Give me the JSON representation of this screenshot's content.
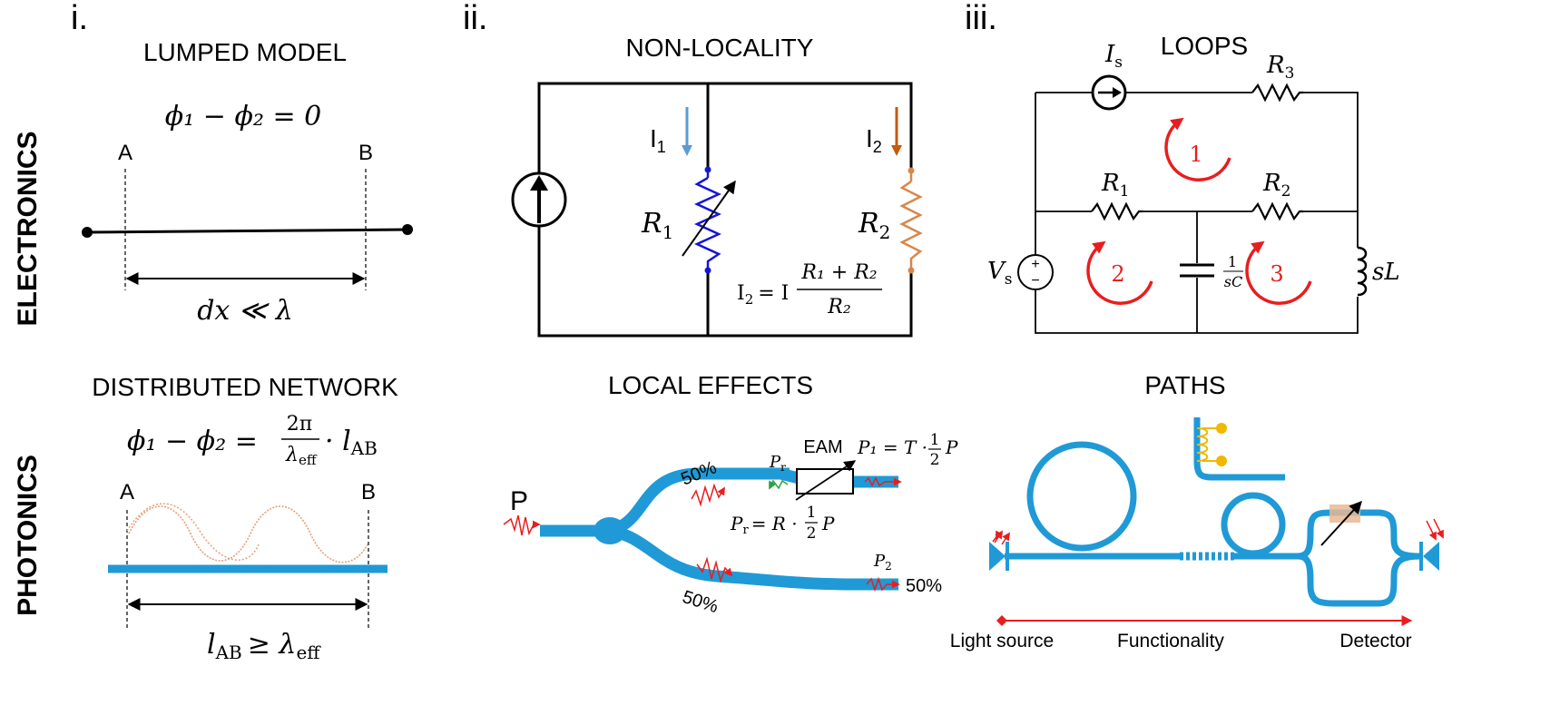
{
  "side_labels": {
    "top": "ELECTRONICS",
    "bottom": "PHOTONICS"
  },
  "panel_i": {
    "numeral": "i.",
    "top_title": "LUMPED MODEL",
    "top_eq": "ϕ₁ − ϕ₂ = 0",
    "top_A": "A",
    "top_B": "B",
    "top_dim": "dx ≪ λ",
    "bottom_title": "DISTRIBUTED NETWORK",
    "bottom_eq_left": "ϕ₁ − ϕ₂ =",
    "bottom_eq_num": "2π",
    "bottom_eq_den": "λ",
    "bottom_eq_den_sub": "eff",
    "bottom_eq_right": "· l",
    "bottom_eq_right_sub": "AB",
    "bottom_A": "A",
    "bottom_B": "B",
    "bottom_dim": "l",
    "bottom_dim_sub": "AB",
    "bottom_dim_rel": "≥ λ",
    "bottom_dim_rel_sub": "eff"
  },
  "panel_ii": {
    "numeral": "ii.",
    "top_title": "NON-LOCALITY",
    "I1": "I",
    "I1_sub": "1",
    "I2": "I",
    "I2_sub": "2",
    "R1": "R",
    "R1_sub": "1",
    "R2": "R",
    "R2_sub": "2",
    "eq_lhs": "I",
    "eq_lhs_sub": "2",
    "eq_mid": "= I",
    "eq_num": "R₁ + R₂",
    "eq_den": "R₂",
    "bottom_title": "LOCAL EFFECTS",
    "P": "P",
    "pct_top": "50%",
    "pct_bottom": "50%",
    "pct_out": "50%",
    "Pr": "P",
    "Pr_sub": "r",
    "EAM": "EAM",
    "P1_eq": "P₁ = T ·",
    "P1_end": "P",
    "half_num": "1",
    "half_den": "2",
    "Pr_eq": "P",
    "Pr_eq_sub": "r",
    "Pr_eq_rest": "= R ·",
    "Pr_end": "P",
    "P2": "P",
    "P2_sub": "2"
  },
  "panel_iii": {
    "numeral": "iii.",
    "top_title": "LOOPS",
    "Is": "I",
    "Is_sub": "s",
    "R3": "R",
    "R3_sub": "3",
    "R1": "R",
    "R1_sub": "1",
    "R2": "R",
    "R2_sub": "2",
    "Vs": "V",
    "Vs_sub": "s",
    "plus": "+",
    "minus": "−",
    "cap_num": "1",
    "cap_den": "sC",
    "sL": "sL",
    "loop1": "1",
    "loop2": "2",
    "loop3": "3",
    "bottom_title": "PATHS",
    "light_source": "Light source",
    "functionality": "Functionality",
    "detector": "Detector"
  },
  "colors": {
    "waveguide": "#1f9ad6",
    "red": "#e81e1e",
    "r1_blue": "#1515d8",
    "r2_orange": "#d8874a",
    "i1_arrow": "#5b9bd5",
    "i2_arrow": "#c55a11",
    "heater": "#f0b800",
    "green": "#2ea043"
  }
}
